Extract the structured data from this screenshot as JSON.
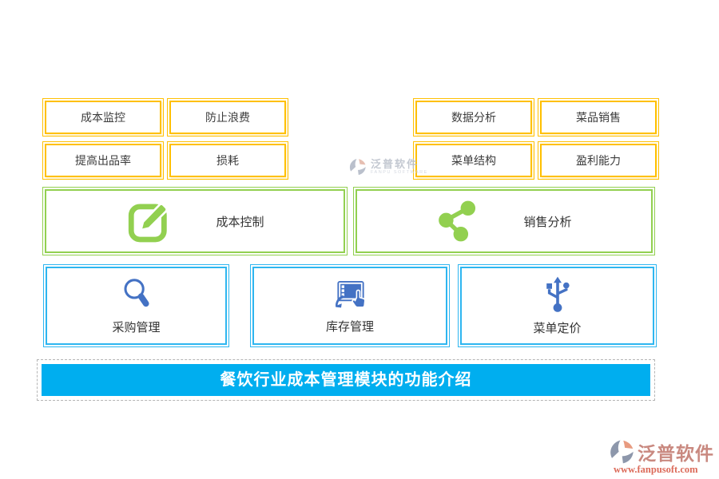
{
  "colors": {
    "benefit_border_yellow": "#FFC000",
    "feature_border_green": "#92D050",
    "module_border_blue": "#2EB6F0",
    "module_icon_blue": "#4472C4",
    "banner_blue": "#00AEEF",
    "brand_salmon": "#C98980",
    "brand_red": "#DC6B5A",
    "watermark_gray": "#B9BFC9"
  },
  "top_left_boxes": [
    {
      "label": "成本监控"
    },
    {
      "label": "防止浪费"
    },
    {
      "label": "提高出品率"
    },
    {
      "label": "损耗"
    }
  ],
  "top_right_boxes": [
    {
      "label": "数据分析"
    },
    {
      "label": "菜品销售"
    },
    {
      "label": "菜单结构"
    },
    {
      "label": "盈利能力"
    }
  ],
  "feature_boxes": [
    {
      "label": "成本控制",
      "icon": "edit-icon"
    },
    {
      "label": "销售分析",
      "icon": "share-icon"
    }
  ],
  "module_boxes": [
    {
      "label": "采购管理",
      "icon": "search-icon"
    },
    {
      "label": "库存管理",
      "icon": "touch-order-icon"
    },
    {
      "label": "菜单定价",
      "icon": "usb-icon"
    }
  ],
  "banner": {
    "title": "餐饮行业成本管理模块的功能介绍"
  },
  "watermark": {
    "name": "泛普软件",
    "subtitle": "FANPU SOFTWARE"
  },
  "brand": {
    "name": "泛普软件",
    "url": "www.fanpusoft.com"
  }
}
